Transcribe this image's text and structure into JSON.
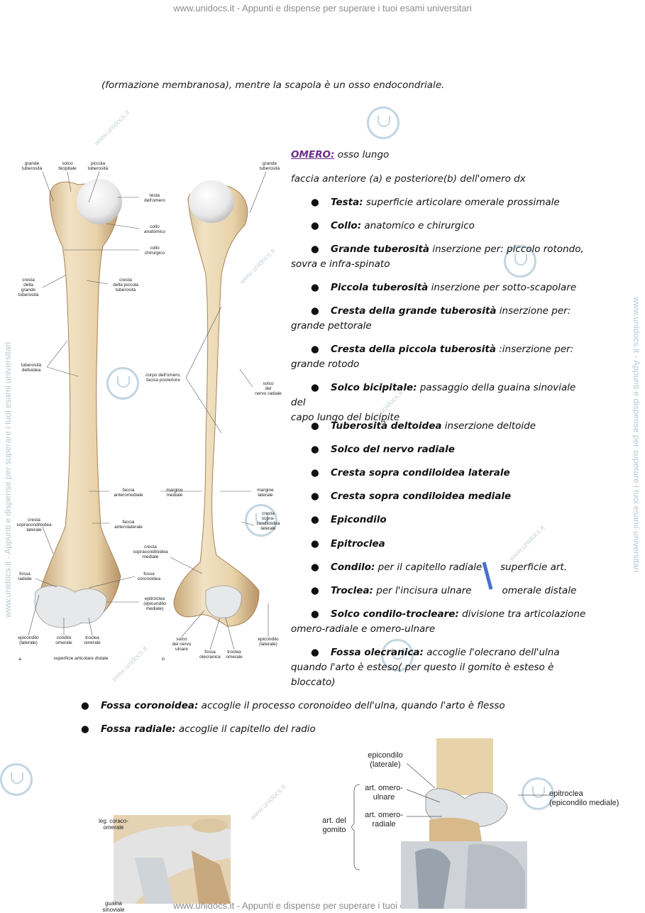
{
  "watermark": {
    "top": "www.unidocs.it - Appunti e dispense per superare i tuoi esami universitari",
    "bottom": "www.unidocs.it - Appunti e dispense per superare i tuoi esami universitari",
    "side": "www.unidocs.it - Appunti e dispense per superare i tuoi esami universitari",
    "diag": "www.unidocs.it"
  },
  "intro_line": "(formazione membranosa), mentre la scapola è un osso endocondriale.",
  "omero": {
    "title": "OMERO:",
    "title_rest": " osso lungo",
    "subtitle": "faccia anteriore (a) e posteriore(b) dell'omero dx"
  },
  "bullets": [
    {
      "bold": "Testa:",
      "rest": " superficie articolare omerale prossimale",
      "cont": ""
    },
    {
      "bold": "Collo:",
      "rest": " anatomico e chirurgico",
      "cont": ""
    },
    {
      "bold": "Grande tuberosità",
      "rest": " inserzione per: piccolo rotondo,",
      "cont": "sovra e infra-spinato"
    },
    {
      "bold": "Piccola tuberosità",
      "rest": " inserzione per sotto-scapolare",
      "cont": ""
    },
    {
      "bold": "Cresta della grande tuberosità",
      "rest": " inserzione per:",
      "cont": "grande pettorale"
    },
    {
      "bold": "Cresta della piccola tuberosità",
      "rest": " :inserzione per:",
      "cont": "grande rotodo"
    },
    {
      "bold": "Solco bicipitale:",
      "rest": " passaggio della guaina sinoviale del",
      "cont": "capo lungo del bicipite"
    },
    {
      "bold": "Tuberosità deltoidea",
      "rest": " inserzione deltoide",
      "cont": ""
    },
    {
      "bold": "Solco del nervo radiale",
      "rest": "",
      "cont": ""
    },
    {
      "bold": "Cresta sopra condiloidea laterale",
      "rest": "",
      "cont": ""
    },
    {
      "bold": "Cresta sopra condiloidea mediale",
      "rest": "",
      "cont": ""
    },
    {
      "bold": "Epicondilo",
      "rest": "",
      "cont": ""
    },
    {
      "bold": "Epitroclea",
      "rest": "",
      "cont": ""
    },
    {
      "bold": "Condilo:",
      "rest": " per il capitello radiale      superficie art.",
      "cont": ""
    },
    {
      "bold": "Troclea:",
      "rest": " per l'incisura ulnare          omerale distale",
      "cont": ""
    },
    {
      "bold": "Solco condilo-trocleare:",
      "rest": " divisione tra articolazione",
      "cont": "omero-radiale e omero-ulnare"
    },
    {
      "bold": "Fossa olecranica:",
      "rest": " accoglie l'olecrano dell'ulna",
      "cont": "quando l'arto è esteso( per questo il gomito è esteso è",
      "cont2": "bloccato)"
    }
  ],
  "bottom_bullets": [
    {
      "bold": "Fossa coronoidea:",
      "rest": " accoglie il processo coronoideo dell'ulna, quando l'arto è flesso"
    },
    {
      "bold": "Fossa radiale:",
      "rest": " accoglie il capitello del radio"
    }
  ],
  "bone_labels": {
    "grande_tub_a": "grande\ntuberosità",
    "solco_bic": "solco\nbicipitale",
    "piccola_tub": "piccola\ntuberosità",
    "testa": "testa\ndell'omero",
    "collo_anat": "collo\nanatomico",
    "collo_chir": "collo\nchirurgico",
    "cresta_grande": "cresta\ndella\ngrande\ntuberosità",
    "cresta_piccola": "cresta\ndella piccola\ntuberosità",
    "tub_deltoidea": "tuberosità\ndeltoidea",
    "corpo": "corpo dell'omero,\nfaccia posteriore",
    "solco_nervo": "solco\ndel\nnervo radiale",
    "faccia_antmed": "faccia\nanteromediale",
    "margine_med": "margine\nmediale",
    "margine_lat": "margine\nlaterale",
    "cresta_sopra_lat_a": "cresta\nsopracondiloidea\nlaterale",
    "faccia_antlat": "faccia\nanterolaterale",
    "cresta_sopra_lat_b": "cresta\nsopra-\ncondiloidea\nlaterale",
    "cresta_sopra_med": "cresta\nsopracondiloidea\nmediale",
    "fossa_radiale": "fossa\nradiale",
    "fossa_coronoidea": "fossa\ncoronoidea",
    "epitroclea": "epitroclea\n(epicondilo\nmediale)",
    "epicondilo_a": "epicondilo\n(laterale)",
    "condilo": "condilo\nomerale",
    "troclea_a": "troclea\nomerale",
    "superficie": "superficie articolare distale",
    "solco_nervo_ulnare": "solco\ndel nervo\nulnare",
    "fossa_olecranica": "fossa\nolecranica",
    "troclea_b": "troclea\nomerale",
    "epicondilo_b": "epicondilo\n(laterale)",
    "grande_tub_b": "grande\ntuberosità",
    "fig_a": "a",
    "fig_b": "b"
  },
  "elbow_labels": {
    "epicondilo": "epicondilo\n(laterale)",
    "art_omero_ulnare": "art. omero-\nulnare",
    "art_omero_radiale": "art. omero-\nradiale",
    "art_gomito": "art. del\ngomito",
    "epitroclea": "epitroclea\n(epicondilo mediale)"
  },
  "shoulder_labels": {
    "leg_coraco": "leg. coraco-\nomerale",
    "guaina": "guaina\nsinoviale"
  },
  "colors": {
    "bone": "#ecd9b5",
    "bone_shadow": "#c9a97a",
    "cartilage": "#e4e6e8",
    "omero_title": "#6b2d8a",
    "watermark": "#a9c6d6"
  }
}
